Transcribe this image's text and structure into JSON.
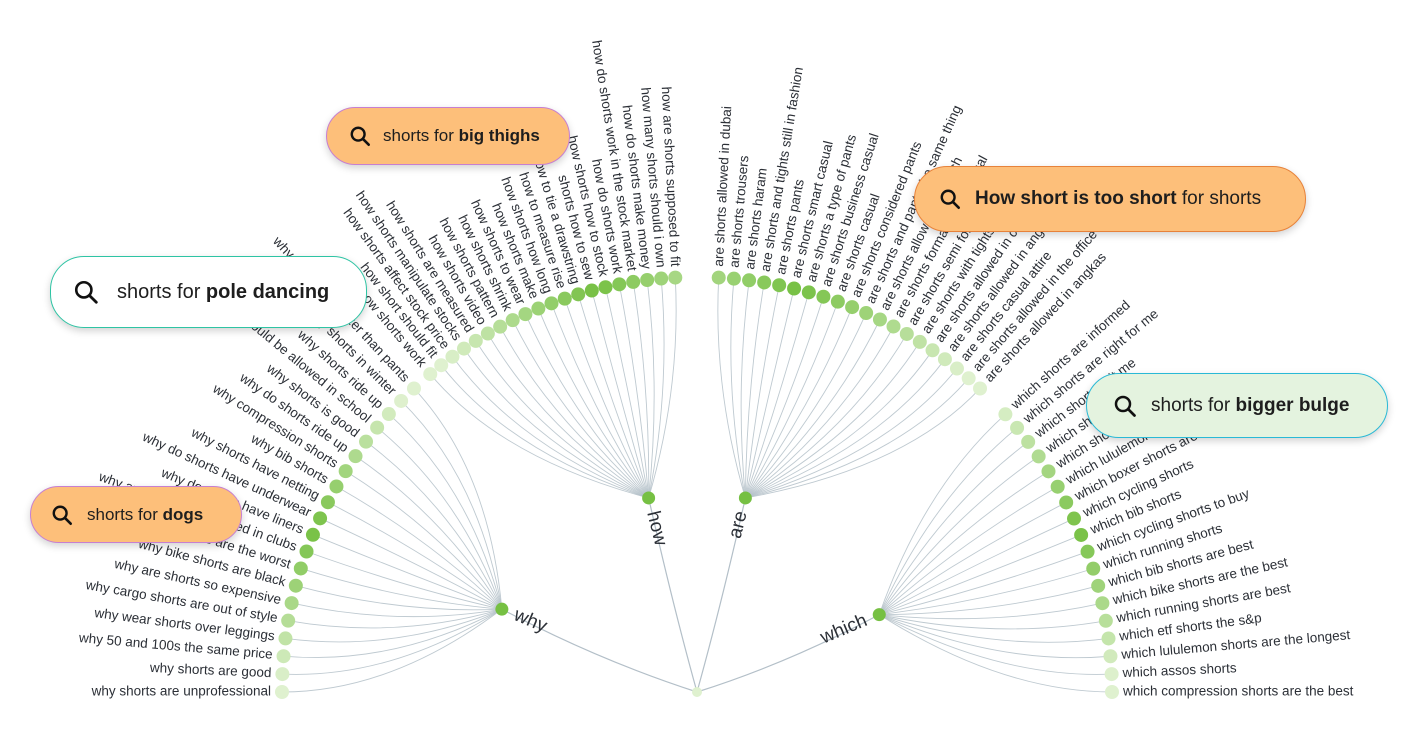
{
  "colors": {
    "node_dark": "#76c043",
    "node_light": "#dff1cf",
    "link": "#b3bfc8",
    "pill_orange": "#fdbf7a",
    "pill_green": "#e4f3df",
    "pill_white": "#ffffff"
  },
  "icons": {
    "search": "search-icon"
  },
  "search_pills": [
    {
      "id": "big-thighs",
      "pre": "shorts for ",
      "bold": "big thighs",
      "post": ""
    },
    {
      "id": "pole-dancing",
      "pre": "shorts for ",
      "bold": "pole dancing",
      "post": ""
    },
    {
      "id": "dogs",
      "pre": "shorts for ",
      "bold": "dogs",
      "post": ""
    },
    {
      "id": "too-short",
      "pre": "",
      "bold": "How short is too short",
      "post": " for shorts"
    },
    {
      "id": "bigger-bulge",
      "pre": "shorts for ",
      "bold": "bigger bulge",
      "post": ""
    }
  ],
  "branches": [
    {
      "label": "why",
      "leaves": [
        "why shorts are unprofessional",
        "why shorts are good",
        "why 50 and 100s the same price",
        "why wear shorts over leggings",
        "why cargo shorts are out of style",
        "why are shorts so expensive",
        "why bike shorts are black",
        "why cargo shorts are the worst",
        "why are shorts not allowed in clubs",
        "why do shorts have liners",
        "why do shorts have underwear",
        "why shorts have netting",
        "why bib shorts",
        "why compression shorts",
        "why do shorts ride up",
        "why shorts is good",
        "why shorts should be allowed in school",
        "why shorts ride up",
        "why shorts in winter",
        "why shorts are better than pants"
      ]
    },
    {
      "label": "how",
      "leaves": [
        "how shorts work",
        "how short should fit",
        "how shorts affect stock price",
        "how shorts manipulate stocks",
        "how shorts are measured",
        "how shorts video",
        "how shorts pattern",
        "how shorts shrink",
        "how shorts to wear",
        "how shorts make",
        "how shorts how long",
        "how to measure rise",
        "how to tie a drawstring",
        "shorts how to sew",
        "how shorts how to stock",
        "how do shorts work",
        "how do shorts work in the stock market",
        "how do shorts make money",
        "how many shorts should i own",
        "how are shorts supposed to fit"
      ]
    },
    {
      "label": "are",
      "leaves": [
        "are shorts allowed in dubai",
        "are shorts trousers",
        "are shorts haram",
        "are shorts and tights still in fashion",
        "are shorts pants",
        "are shorts smart casual",
        "are shorts a type of pants",
        "are shorts business casual",
        "are shorts casual",
        "are shorts considered pants",
        "are shorts and pants the same thing",
        "are shorts allowed at church",
        "are shorts formal smart casual",
        "are shorts semi formal",
        "are shorts with tights in 2019",
        "are shorts allowed in clubs",
        "are shorts allowed in angkas",
        "are shorts casual attire",
        "are shorts allowed in the office",
        "are shorts allowed in angkas"
      ]
    },
    {
      "label": "which",
      "leaves": [
        "which shorts are informed",
        "which shorts are right for me",
        "which shorts suit me",
        "which shorts for mtb",
        "which shorts are black shirts",
        "which lululemon shorts",
        "which boxer shorts are best",
        "which cycling shorts",
        "which bib shorts",
        "which cycling shorts to buy",
        "which running shorts",
        "which bib shorts are best",
        "which bike shorts are the best",
        "which running shorts are best",
        "which etf shorts the s&p",
        "which lululemon shorts are the longest",
        "which assos shorts",
        "which compression shorts are the best"
      ]
    }
  ]
}
